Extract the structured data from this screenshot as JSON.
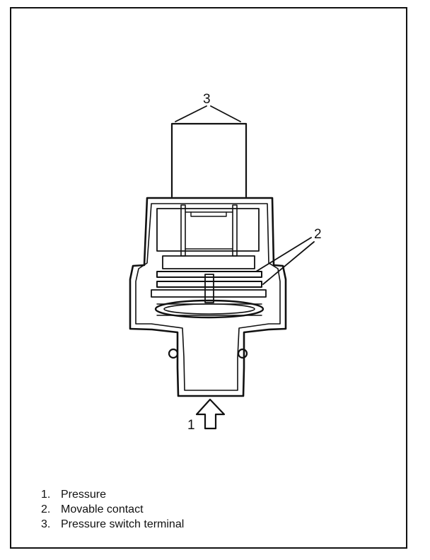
{
  "diagram": {
    "callouts": {
      "pressure": "1",
      "movable_contact": "2",
      "terminal": "3"
    },
    "legend": [
      {
        "num": "1.",
        "label": "Pressure"
      },
      {
        "num": "2.",
        "label": "Movable contact"
      },
      {
        "num": "3.",
        "label": "Pressure switch terminal"
      }
    ]
  }
}
